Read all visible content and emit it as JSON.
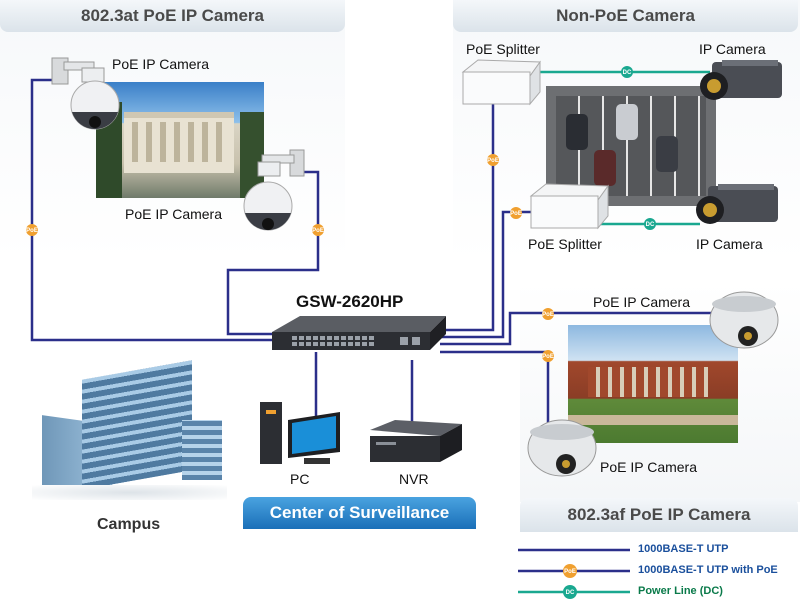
{
  "sections": {
    "at_camera": "802.3at PoE IP Camera",
    "non_poe": "Non-PoE Camera",
    "af_camera": "802.3af PoE IP Camera",
    "center": "Center of Surveillance"
  },
  "switch": {
    "name": "GSW-2620HP"
  },
  "devices": {
    "at_cam_1": "PoE IP Camera",
    "at_cam_2": "PoE IP Camera",
    "splitter_1": "PoE Splitter",
    "splitter_2": "PoE Splitter",
    "ip_cam_1": "IP Camera",
    "ip_cam_2": "IP Camera",
    "af_cam_1": "PoE IP Camera",
    "af_cam_2": "PoE IP Camera",
    "pc": "PC",
    "nvr": "NVR",
    "campus": "Campus"
  },
  "badges": {
    "poe": "PoE",
    "dc": "DC"
  },
  "legend": [
    {
      "text": "1000BASE-T UTP",
      "color": "#1a4f9c"
    },
    {
      "text": "1000BASE-T UTP with PoE",
      "color": "#1a4f9c"
    },
    {
      "text": "Power Line (DC)",
      "color": "#0a7a4a"
    }
  ],
  "colors": {
    "utp": "#2b2f8a",
    "dc": "#1aa890",
    "poe_badge": "#f0a030",
    "dc_badge": "#1aa890"
  }
}
